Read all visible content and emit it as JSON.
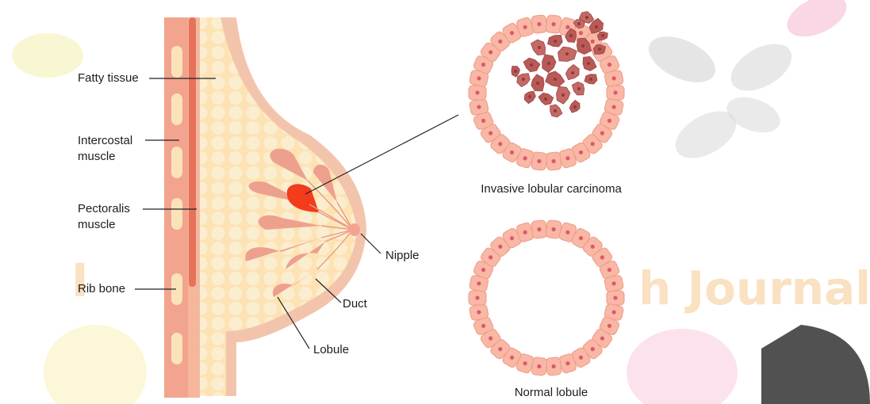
{
  "labels": {
    "fatty_tissue": "Fatty tissue",
    "intercostal_1": "Intercostal",
    "intercostal_2": "muscle",
    "pectoralis_1": "Pectoralis",
    "pectoralis_2": "muscle",
    "rib_bone": "Rib bone",
    "nipple": "Nipple",
    "duct": "Duct",
    "lobule": "Lobule"
  },
  "captions": {
    "invasive": "Invasive lobular carcinoma",
    "normal": "Normal lobule"
  },
  "watermark": {
    "left_text": "I",
    "right_text": "h Journal"
  },
  "colors": {
    "muscle": "#f2a48e",
    "muscle_dark": "#e5735b",
    "fat": "#fde3b4",
    "fat_cell": "#fbeecf",
    "skin": "#f3c4ac",
    "lobule": "#eea08e",
    "tumor": "#f23c1c",
    "cell": "#f8b8a5",
    "nucleus": "#e0586a",
    "cancer_cell": "#b95a57"
  }
}
